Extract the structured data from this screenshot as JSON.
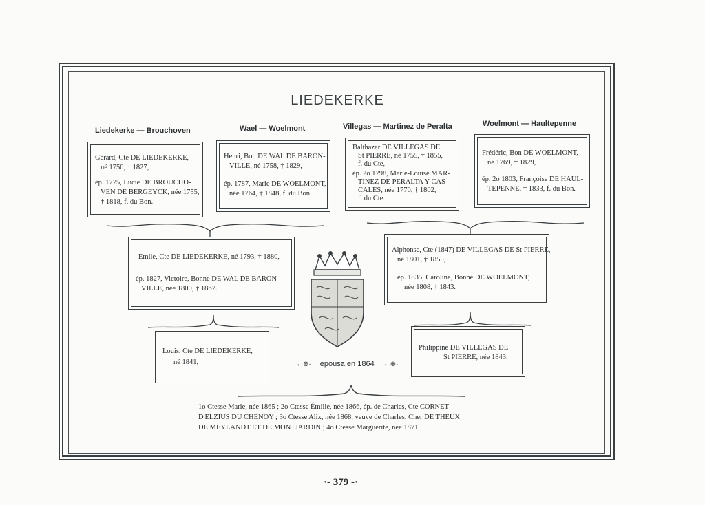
{
  "title": "LIEDEKERKE",
  "headings": [
    "Liedekerke — Brouchoven",
    "Wael — Woelmont",
    "Villegas — Martinez de Peralta",
    "Woelmont — Haultepenne"
  ],
  "boxes": {
    "b1": [
      "Gérard, Cte DE LIEDEKERKE,",
      "né 1750, † 1827,",
      "",
      "ép. 1775, Lucie DE BROUCHO-",
      "VEN DE BERGEYCK, née 1755,",
      "† 1818, f. du Bon."
    ],
    "b2": [
      "Henri, Bon DE WAL DE BARON-",
      "VILLE, né 1758, † 1829,",
      "",
      "ép. 1787, Marie DE WOELMONT,",
      "née 1764, † 1848, f. du Bon."
    ],
    "b3": [
      "Balthazar DE VILLEGAS DE",
      "St PIERRE, né 1755, † 1855,",
      "f. du Cte,",
      "ép. 2o 1798, Marie-Louise MAR-",
      "TINEZ DE PERALTA Y CAS-",
      "CALÈS, née 1770, † 1802,",
      "f. du Cte."
    ],
    "b4": [
      "Frédéric, Bon DE WOELMONT,",
      "né 1769, † 1829,",
      "",
      "ép. 2o 1803, Françoise DE HAUL-",
      "TEPENNE, † 1833, f. du Bon."
    ],
    "b5": [
      "Émile, Cte DE LIEDEKERKE, né 1793, † 1880,",
      "",
      "",
      "ép. 1827, Victoire, Bonne DE WAL DE BARON-",
      "VILLE, née 1800, † 1867."
    ],
    "b6": [
      "Alphonse, Cte (1847) DE VILLEGAS DE St PIERRE,",
      "né 1801, † 1855,",
      "",
      "ép. 1835, Caroline, Bonne DE WOELMONT,",
      "née 1808, † 1843."
    ],
    "b7": [
      "Louis, Cte DE LIEDEKERKE,",
      "né 1841,"
    ],
    "b8": [
      "Philippine DE VILLEGAS DE",
      "St PIERRE, née 1843."
    ]
  },
  "epousa": "épousa en 1864",
  "children": [
    "1o Ctesse Marie, née 1865 ; 2o Ctesse Émilie, née 1866, ép. de Charles, Cte CORNET",
    "D'ELZIUS DU CHÊNOY ; 3o Ctesse Alix, née 1868, veuve de Charles, Cher DE THEUX",
    "DE MEYLANDT ET DE MONTJARDIN ; 4o Ctesse Marguerite, née 1871."
  ],
  "page_number": "379",
  "colors": {
    "ink": "#2a2e30",
    "frame": "#3a3f42",
    "paper": "#fbfbf9"
  }
}
